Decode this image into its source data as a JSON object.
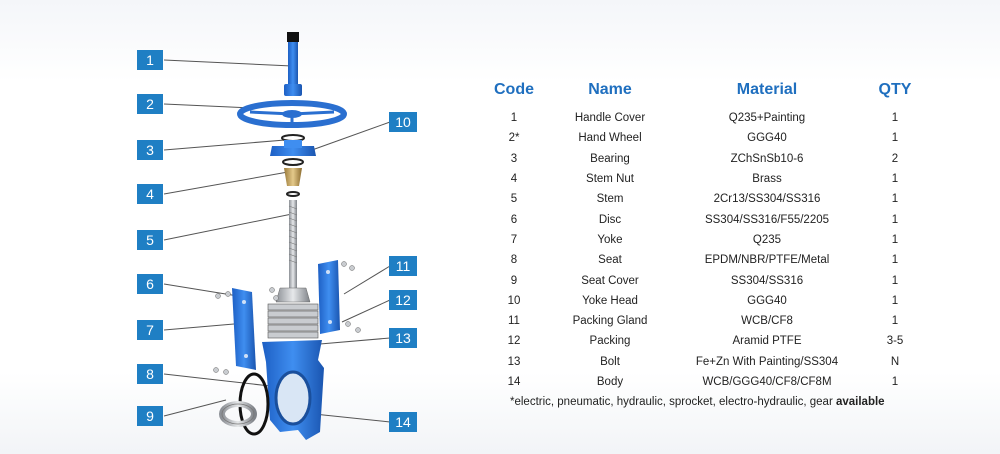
{
  "callouts": [
    "1",
    "2",
    "3",
    "4",
    "5",
    "6",
    "7",
    "8",
    "9",
    "10",
    "11",
    "12",
    "13",
    "14"
  ],
  "table": {
    "headers": {
      "code": "Code",
      "name": "Name",
      "material": "Material",
      "qty": "QTY"
    },
    "rows": [
      {
        "code": "1",
        "name": "Handle Cover",
        "material": "Q235+Painting",
        "qty": "1"
      },
      {
        "code": "2*",
        "name": "Hand Wheel",
        "material": "GGG40",
        "qty": "1"
      },
      {
        "code": "3",
        "name": "Bearing",
        "material": "ZChSnSb10-6",
        "qty": "2"
      },
      {
        "code": "4",
        "name": "Stem Nut",
        "material": "Brass",
        "qty": "1"
      },
      {
        "code": "5",
        "name": "Stem",
        "material": "2Cr13/SS304/SS316",
        "qty": "1"
      },
      {
        "code": "6",
        "name": "Disc",
        "material": "SS304/SS316/F55/2205",
        "qty": "1"
      },
      {
        "code": "7",
        "name": "Yoke",
        "material": "Q235",
        "qty": "1"
      },
      {
        "code": "8",
        "name": "Seat",
        "material": "EPDM/NBR/PTFE/Metal",
        "qty": "1"
      },
      {
        "code": "9",
        "name": "Seat Cover",
        "material": "SS304/SS316",
        "qty": "1"
      },
      {
        "code": "10",
        "name": "Yoke Head",
        "material": "GGG40",
        "qty": "1"
      },
      {
        "code": "11",
        "name": "Packing Gland",
        "material": "WCB/CF8",
        "qty": "1"
      },
      {
        "code": "12",
        "name": "Packing",
        "material": "Aramid PTFE",
        "qty": "3-5"
      },
      {
        "code": "13",
        "name": "Bolt",
        "material": "Fe+Zn With Painting/SS304",
        "qty": "N"
      },
      {
        "code": "14",
        "name": "Body",
        "material": "WCB/GGG40/CF8/CF8M",
        "qty": "1"
      }
    ]
  },
  "footnote": {
    "text": "*electric, pneumatic, hydraulic, sprocket, electro-hydraulic, gear ",
    "emphasis": "available"
  },
  "colors": {
    "callout": "#1f7fc4",
    "header": "#1f6fbf",
    "part_blue": "#2a6fd0",
    "leader": "#555555"
  }
}
